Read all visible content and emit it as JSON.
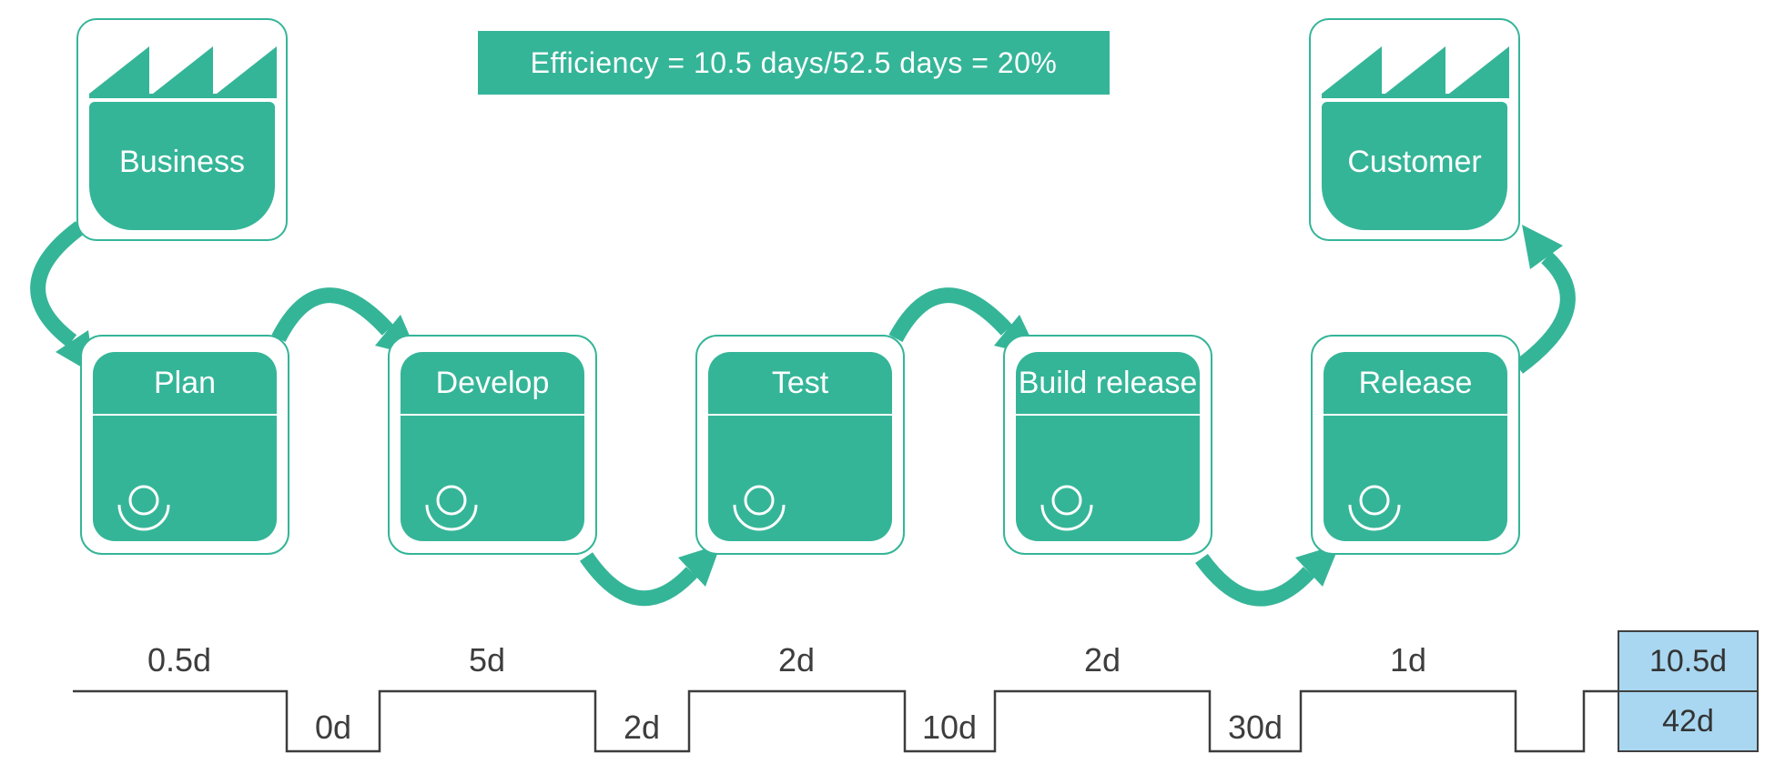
{
  "diagram": {
    "type": "value-stream-map"
  },
  "banner": {
    "text": "Efficiency = 10.5 days/52.5 days = 20%"
  },
  "entities": {
    "business": {
      "label": "Business"
    },
    "customer": {
      "label": "Customer"
    }
  },
  "processes": [
    {
      "label": "Plan"
    },
    {
      "label": "Develop"
    },
    {
      "label": "Test"
    },
    {
      "label": "Build release"
    },
    {
      "label": "Release"
    }
  ],
  "timeline": {
    "process_times": [
      "0.5d",
      "5d",
      "2d",
      "2d",
      "1d"
    ],
    "wait_times": [
      "0d",
      "2d",
      "10d",
      "30d"
    ],
    "totals": {
      "process_time": "10.5d",
      "lead_time": "42d"
    }
  },
  "icons": {
    "factory-icon": "sawtooth-roof-over-bar",
    "operator-icon": "circle-above-smile-arc"
  },
  "colors": {
    "node_teal": "#35B598",
    "timeline_line": "#3D3D3D",
    "timeline_text": "#3D3D3D",
    "totals_fill": "#A9D7F1",
    "totals_border": "#404040",
    "banner_text": "#FFFFFF"
  }
}
